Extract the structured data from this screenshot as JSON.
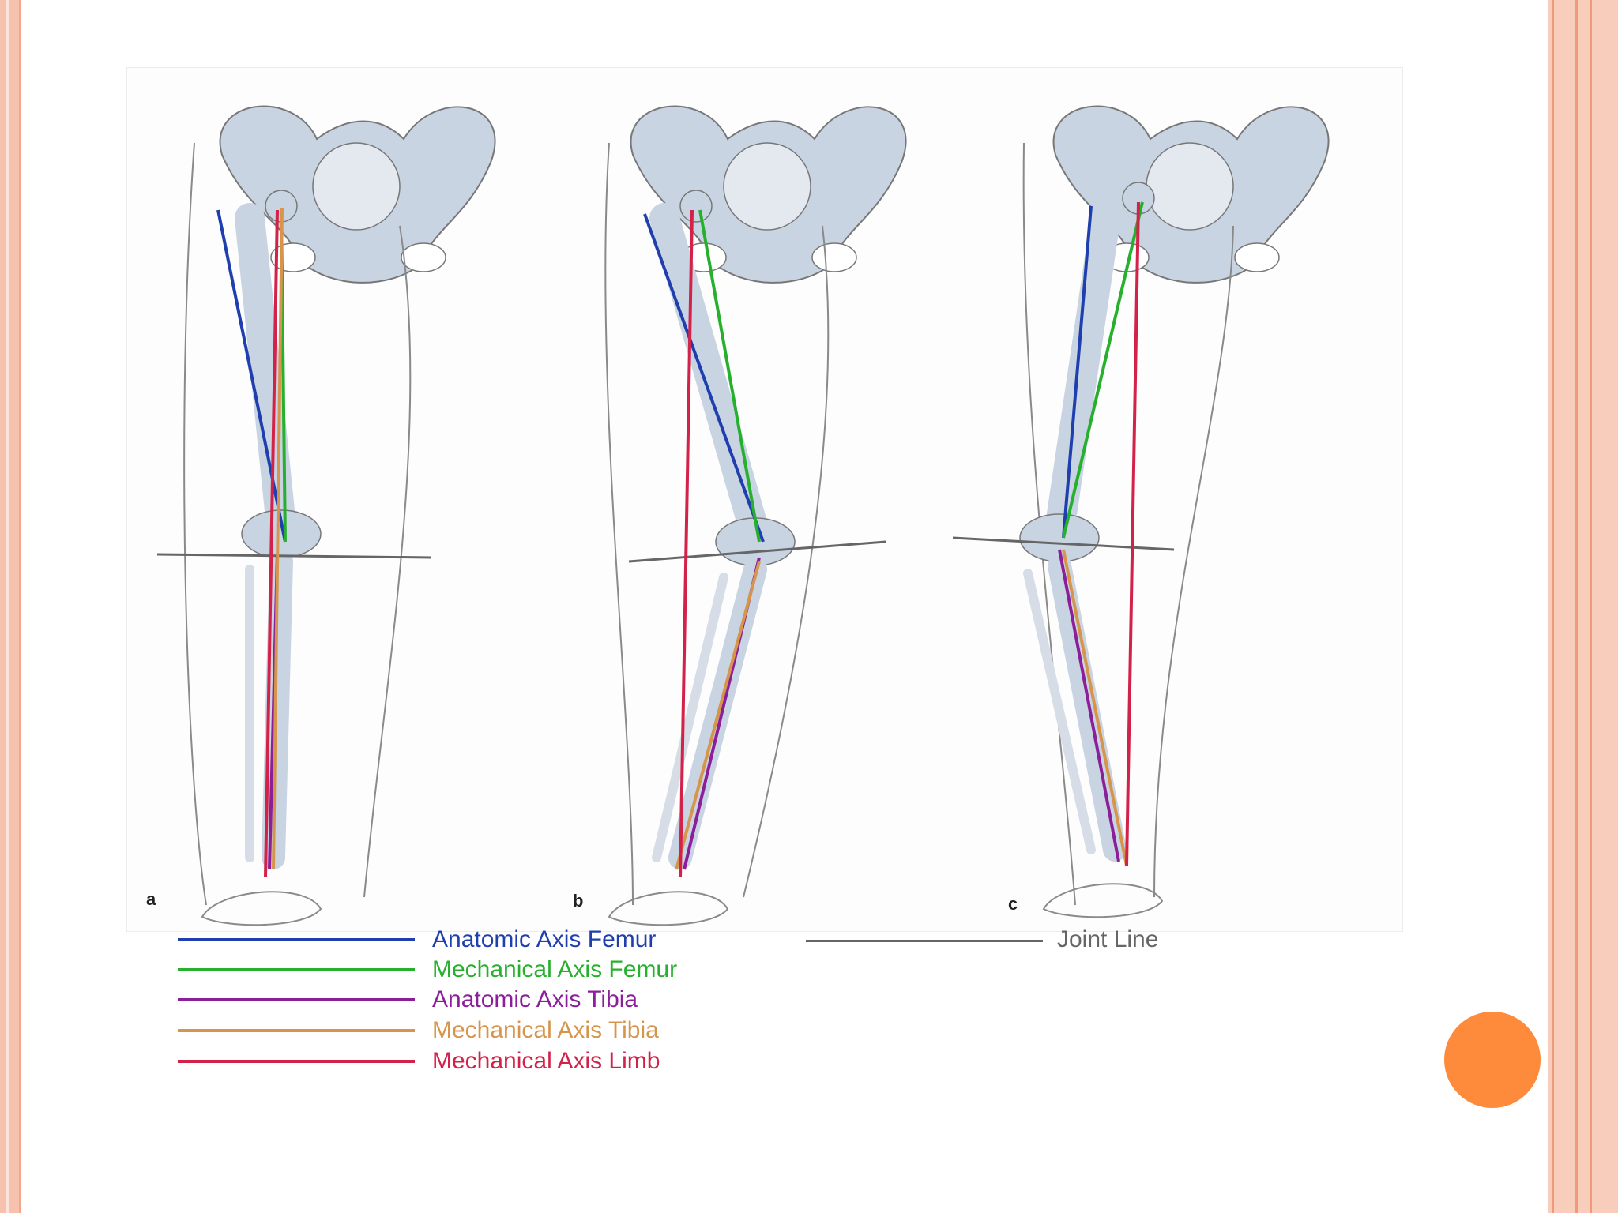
{
  "panels": [
    {
      "letter": "a"
    },
    {
      "letter": "b"
    },
    {
      "letter": "c"
    }
  ],
  "legend": [
    {
      "label": "Anatomic Axis Femur",
      "color": "#1f3fae"
    },
    {
      "label": "Mechanical Axis Femur",
      "color": "#27b02e"
    },
    {
      "label": "Anatomic Axis Tibia",
      "color": "#8b1f9a"
    },
    {
      "label": "Mechanical Axis Tibia",
      "color": "#d7954b"
    },
    {
      "label": "Mechanical Axis Limb",
      "color": "#d3224a"
    }
  ],
  "joint_line": {
    "label": "Joint Line",
    "color": "#666666"
  },
  "colors": {
    "frame": "#f6c2ad",
    "accent_dot": "#fe8a3c",
    "bone": "#c9d4e2",
    "outline": "#777777"
  }
}
